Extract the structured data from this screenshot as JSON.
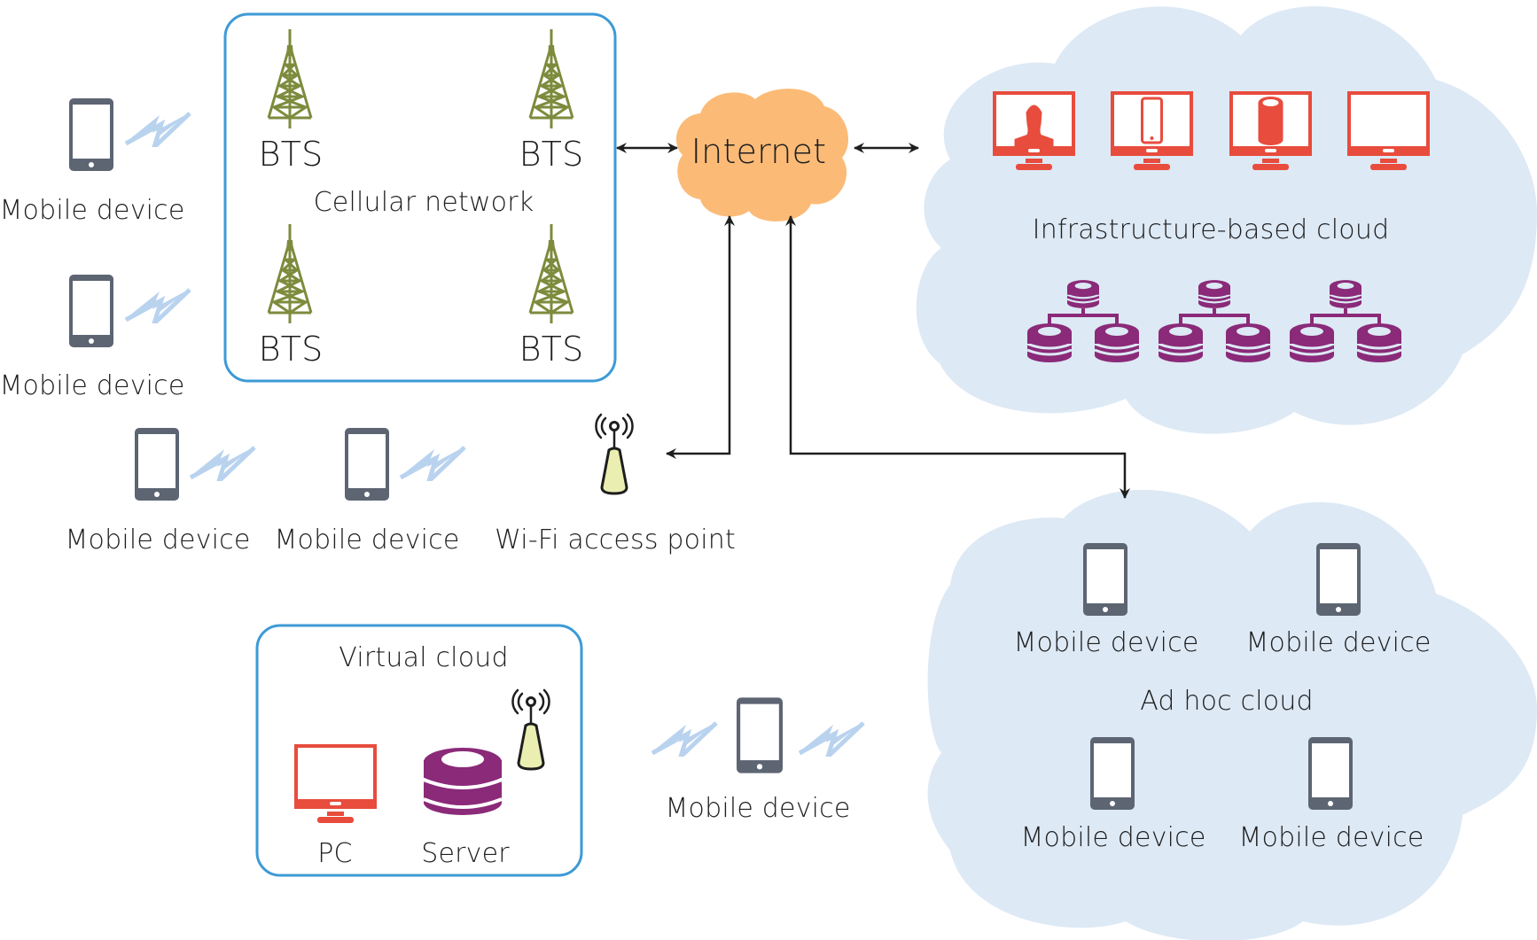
{
  "diagram": {
    "colors": {
      "cloud_fill": "#dde9f5",
      "internet_fill": "#fbbb77",
      "box_stroke": "#3d9ad6",
      "tower": "#7d8b3d",
      "phone": "#5d6573",
      "lightning": "#b9d3ef",
      "monitor": "#e84c3d",
      "database": "#8a2a78",
      "wifi_fill": "#eaeeb0",
      "arrow": "#1e1e1e"
    },
    "cellular_network": {
      "label": "Cellular network",
      "towers": [
        {
          "label": "BTS"
        },
        {
          "label": "BTS"
        },
        {
          "label": "BTS"
        },
        {
          "label": "BTS"
        }
      ]
    },
    "left_mobile_devices": [
      {
        "label": "Mobile device"
      },
      {
        "label": "Mobile device"
      }
    ],
    "row_mobile_devices": [
      {
        "label": "Mobile device"
      },
      {
        "label": "Mobile device"
      }
    ],
    "wifi_access_point": {
      "label": "Wi-Fi access point"
    },
    "internet": {
      "label": "Internet"
    },
    "infrastructure_cloud": {
      "label": "Infrastructure-based cloud",
      "monitors": [
        {
          "icon": "user-icon"
        },
        {
          "icon": "smartphone-icon"
        },
        {
          "icon": "database-icon"
        },
        {
          "icon": "blank-screen-icon"
        }
      ],
      "database_clusters": 3
    },
    "ad_hoc_cloud": {
      "label": "Ad hoc cloud",
      "devices": [
        {
          "label": "Mobile device"
        },
        {
          "label": "Mobile device"
        },
        {
          "label": "Mobile device"
        },
        {
          "label": "Mobile device"
        }
      ]
    },
    "virtual_cloud": {
      "label": "Virtual cloud",
      "pc_label": "PC",
      "server_label": "Server"
    },
    "standalone_mobile_device": {
      "label": "Mobile device"
    }
  }
}
